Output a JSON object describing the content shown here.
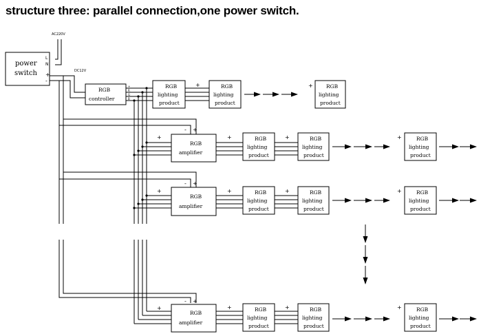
{
  "title": "structure three: parallel connection,one power switch.",
  "labels": {
    "mains": "AC220V",
    "live": "L",
    "neutral": "N",
    "plus": "+",
    "minus": "-",
    "dc": "DC12V",
    "r": "R",
    "g": "G",
    "b": "B"
  },
  "power_switch": {
    "line1": "power",
    "line2": "switch"
  },
  "controller": {
    "line1": "RGB",
    "line2": "controller"
  },
  "amplifier": {
    "line1": "RGB",
    "line2": "amplifier"
  },
  "product": {
    "line1": "RGB",
    "line2": "lighting",
    "line3": "product"
  }
}
